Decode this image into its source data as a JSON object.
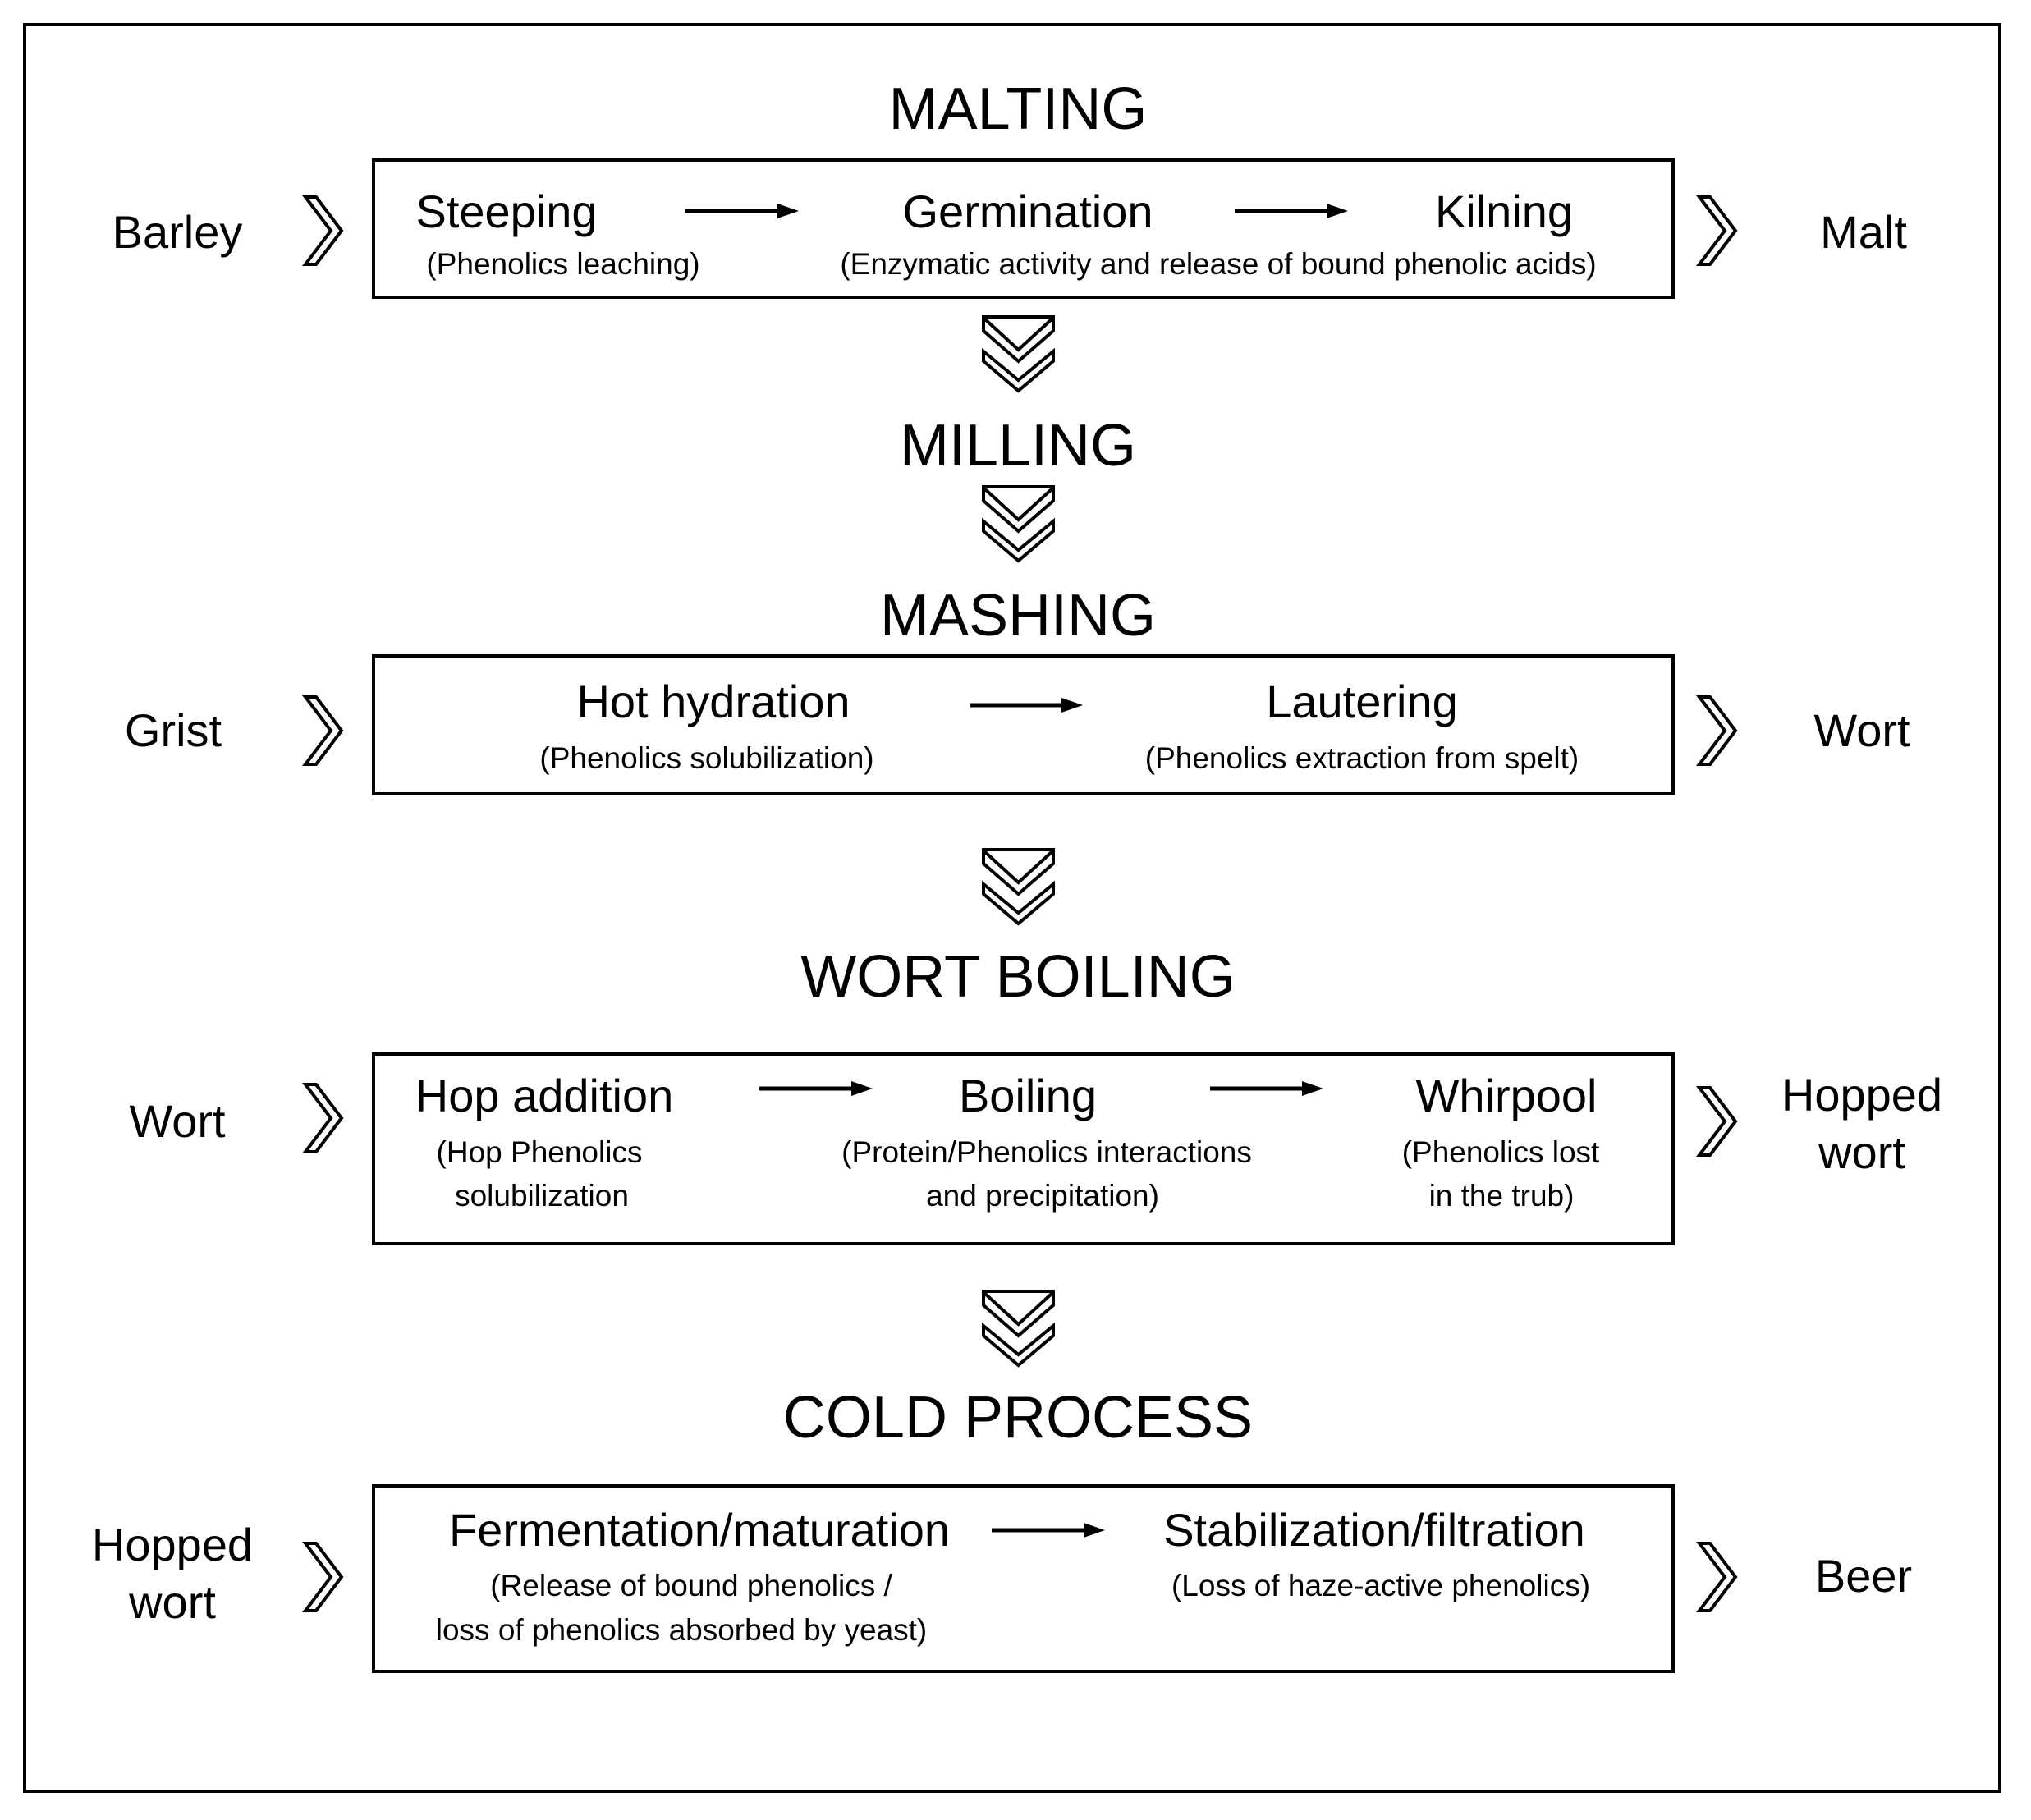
{
  "diagram": {
    "background": "#ffffff",
    "ink_color": "#000000",
    "icons": {
      "stage_flow": "chevron-right-icon",
      "stage_sequence": "chevron-down-icon",
      "step_sequence": "arrow-right-icon"
    },
    "sections": {
      "malting": {
        "title": "MALTING",
        "input": "Barley",
        "output": "Malt",
        "steps": [
          {
            "label": "Steeping",
            "note_lines": [
              "(Phenolics leaching)"
            ]
          },
          {
            "label": "Germination",
            "note_lines": [
              "(Enzymatic activity and release of bound phenolic acids)"
            ]
          },
          {
            "label": "Kilning",
            "note_lines": []
          }
        ]
      },
      "milling": {
        "title": "MILLING"
      },
      "mashing": {
        "title": "MASHING",
        "input": "Grist",
        "output": "Wort",
        "steps": [
          {
            "label": "Hot hydration",
            "note_lines": [
              "(Phenolics solubilization)"
            ]
          },
          {
            "label": "Lautering",
            "note_lines": [
              "(Phenolics extraction from spelt)"
            ]
          }
        ]
      },
      "wort_boiling": {
        "title": "WORT BOILING",
        "input": "Wort",
        "output_lines": [
          "Hopped",
          "wort"
        ],
        "steps": [
          {
            "label": "Hop addition",
            "note_lines": [
              "(Hop Phenolics",
              "solubilization"
            ]
          },
          {
            "label": "Boiling",
            "note_lines": [
              "(Protein/Phenolics interactions",
              "and precipitation)"
            ]
          },
          {
            "label": "Whirpool",
            "note_lines": [
              "(Phenolics lost",
              "in the trub)"
            ]
          }
        ]
      },
      "cold_process": {
        "title": "COLD PROCESS",
        "input_lines": [
          "Hopped",
          "wort"
        ],
        "output": "Beer",
        "steps": [
          {
            "label": "Fermentation/maturation",
            "note_lines": [
              "(Release of bound phenolics  /",
              "loss of phenolics absorbed by yeast)"
            ]
          },
          {
            "label": "Stabilization/filtration",
            "note_lines": [
              "(Loss of haze-active phenolics)"
            ]
          }
        ]
      }
    }
  }
}
